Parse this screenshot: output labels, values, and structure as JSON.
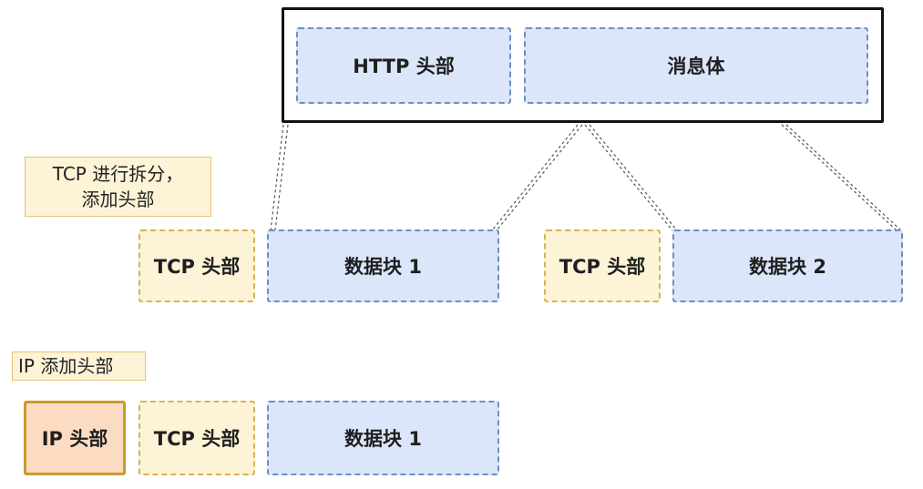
{
  "http_message": {
    "header_label": "HTTP 头部",
    "body_label": "消息体"
  },
  "tcp_step": {
    "note": "TCP 进行拆分，\n添加头部",
    "segment_1": {
      "header_label": "TCP 头部",
      "data_label": "数据块 1"
    },
    "segment_2": {
      "header_label": "TCP 头部",
      "data_label": "数据块 2"
    }
  },
  "ip_step": {
    "note": "IP 添加头部",
    "ip_header_label": "IP 头部",
    "tcp_header_label": "TCP 头部",
    "data_label": "数据块 1"
  },
  "colors": {
    "blue_fill": "#dbe6fb",
    "blue_border": "#6e8fbd",
    "yellow_fill": "#fdf3d6",
    "yellow_border": "#d6b452",
    "orange_fill": "#fbdcc3",
    "orange_border": "#c99a2c"
  }
}
